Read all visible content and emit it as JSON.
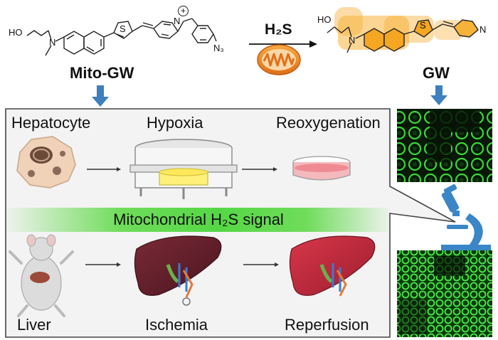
{
  "top": {
    "probe_name": "Mito-GW",
    "product_name": "GW",
    "reagent": "H₂S",
    "probe_groups": {
      "hydroxyl": "HO",
      "nitrogen": "N",
      "sulfur": "S",
      "charge": "+",
      "azide": "N₃"
    },
    "product_groups": {
      "hydroxyl": "HO",
      "nitrogen": "N",
      "sulfur": "S",
      "pyridine_n": "N"
    }
  },
  "panel": {
    "row1": [
      "Hepatocyte",
      "Hypoxia",
      "Reoxygenation"
    ],
    "signal": "Mitochondrial H₂S signal",
    "row2": [
      "Liver",
      "Ischemia",
      "Reperfusion"
    ]
  },
  "colors": {
    "arrow_blue": "#3d7fbf",
    "signal_green": "#55d745",
    "highlight_orange": "#f5a623",
    "mito_orange": "#f08c1e",
    "liver_red": "#8c2030",
    "microscope_blue": "#3a86c7"
  }
}
